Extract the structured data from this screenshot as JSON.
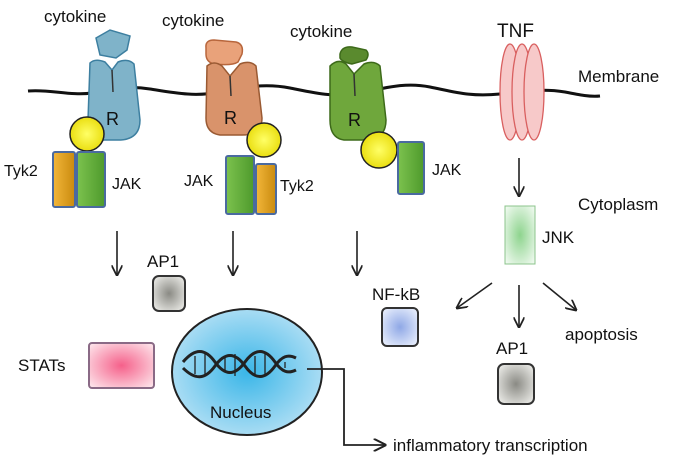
{
  "labels": {
    "cytokine": "cytokine",
    "receptor": "R",
    "tnf": "TNF",
    "membrane": "Membrane",
    "cytoplasm": "Cytoplasm",
    "tyk2": "Tyk2",
    "jak": "JAK",
    "jnk": "JNK",
    "ap1": "AP1",
    "nfkb": "NF-kB",
    "stats": "STATs",
    "nucleus": "Nucleus",
    "apoptosis": "apoptosis",
    "inflammatory_transcription": "inflammatory transcription"
  },
  "colors": {
    "receptor_blue": "#7FB3C9",
    "receptor_orange": "#D9936B",
    "receptor_green": "#6FA73C",
    "jak_circle": "#F2E600",
    "tyk2": "#E9A21A",
    "jak_box": "#5FA83A",
    "tnf": "#F08A8A",
    "jnk": "#A6DCA6",
    "ap1": "#9C9C94",
    "nfkb": "#8FA8E6",
    "stats": "#F28CA6",
    "nucleus": "#9FD3F0"
  }
}
